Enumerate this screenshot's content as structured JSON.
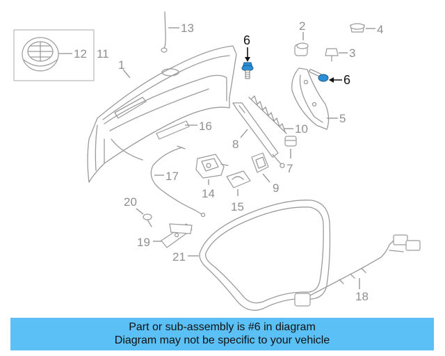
{
  "labels": {
    "l1": "1",
    "l2": "2",
    "l3": "3",
    "l4": "4",
    "l5": "5",
    "l6a": "6",
    "l6b": "6",
    "l7": "7",
    "l8": "8",
    "l9": "9",
    "l10": "10",
    "l11": "11",
    "l12": "12",
    "l13": "13",
    "l14": "14",
    "l15": "15",
    "l16": "16",
    "l17": "17",
    "l18": "18",
    "l19": "19",
    "l20": "20",
    "l21": "21"
  },
  "caption": {
    "line1": "Part or sub-assembly is #6 in diagram",
    "line2": "Diagram may not be specific to your vehicle"
  },
  "colors": {
    "banner": "#5bc0f5",
    "highlight_part": "#2a8fd6",
    "line_art": "#9a9a9a"
  },
  "highlighted_part": "6"
}
